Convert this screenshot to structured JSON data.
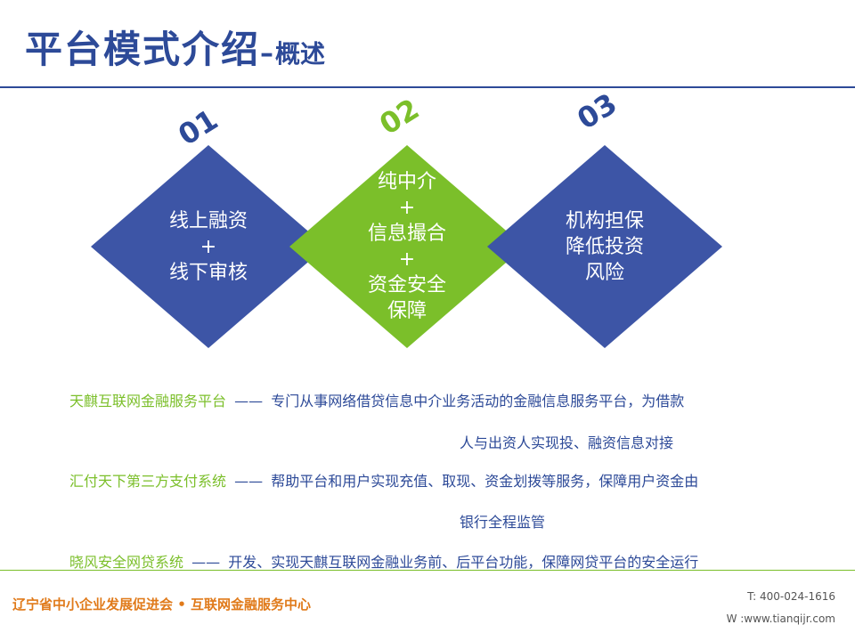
{
  "title": {
    "main": "平台模式介绍",
    "dash": "–",
    "sub": "概述"
  },
  "numbers": [
    "01",
    "02",
    "03"
  ],
  "colors": {
    "blue": "#3d55a6",
    "green": "#7bbf2a",
    "title_blue": "#2d4a98",
    "orange": "#e07a1a"
  },
  "diamonds": [
    {
      "lines": [
        "线上融资",
        "+",
        "线下审核"
      ]
    },
    {
      "lines": [
        "纯中介",
        "+",
        "信息撮合",
        "+",
        "资金安全",
        "保障"
      ]
    },
    {
      "lines": [
        "机构担保",
        "降低投资",
        "风险"
      ]
    }
  ],
  "descriptions": [
    {
      "name": "天麒互联网金融服务平台",
      "dash": "——",
      "text": "专门从事网络借贷信息中介业务活动的金融信息服务平台，为借款",
      "cont": "人与出资人实现投、融资信息对接"
    },
    {
      "name": "汇付天下第三方支付系统",
      "dash": "——",
      "text": "帮助平台和用户实现充值、取现、资金划拨等服务，保障用户资金由",
      "cont": "银行全程监管"
    },
    {
      "name": "晓风安全网贷系统",
      "dash": "——",
      "text": "开发、实现天麒互联网金融业务前、后平台功能，保障网贷平台的安全运行"
    }
  ],
  "footer": {
    "org": "辽宁省中小企业发展促进会 • 互联网金融服务中心",
    "phone": "T: 400-024-1616",
    "web": "W :www.tianqijr.com"
  }
}
